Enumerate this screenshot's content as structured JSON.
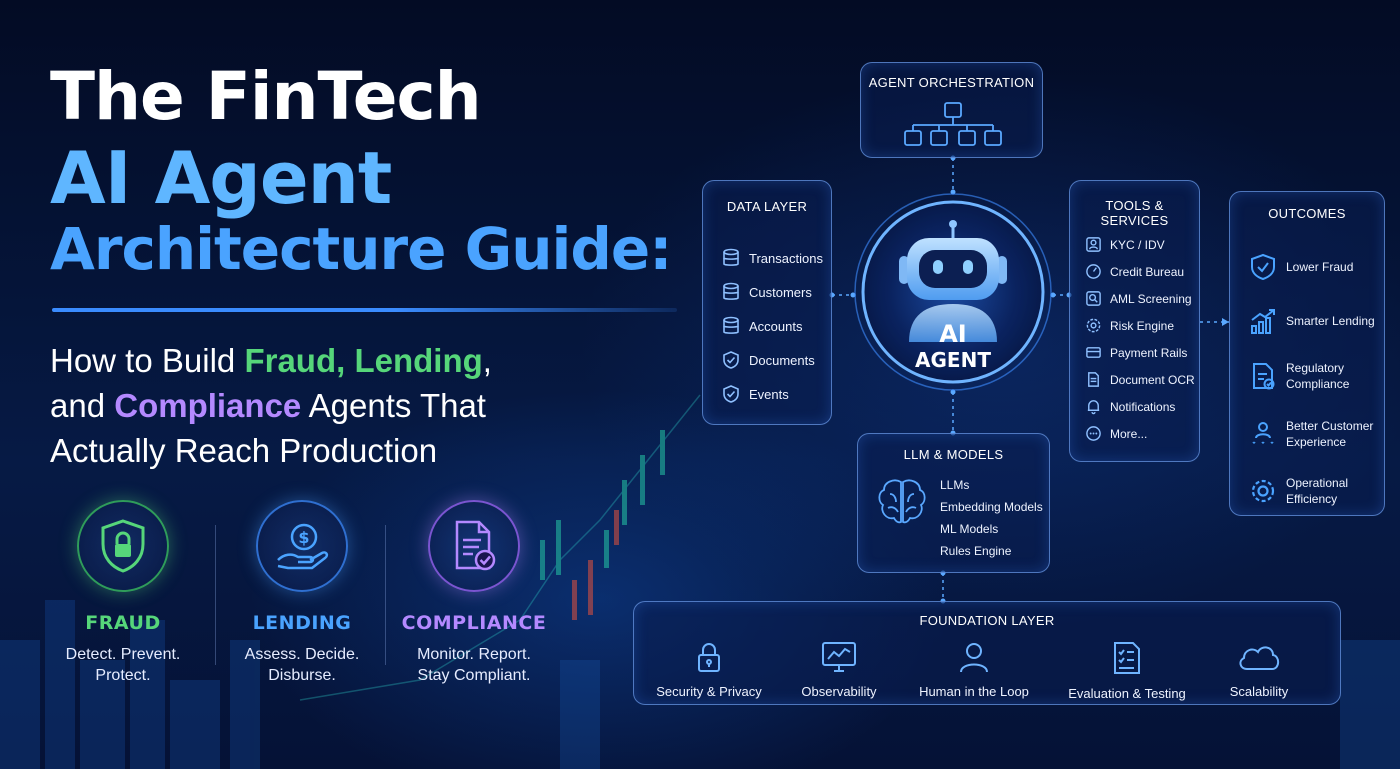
{
  "headline": {
    "line1": "The FinTech",
    "line2": "AI Agent",
    "line3": "Architecture Guide:"
  },
  "subtitle": {
    "part1": "How to Build ",
    "fraud": "Fraud,",
    "space1": " ",
    "lending": "Lending",
    "part2": ",",
    "part3": "and ",
    "compliance": "Compliance",
    "part4": " Agents That",
    "part5": "Actually Reach Production"
  },
  "pillars": [
    {
      "title": "FRAUD",
      "desc": "Detect. Prevent.\nProtect.",
      "color": "#56d67a",
      "icon": "shield-lock-icon"
    },
    {
      "title": "LENDING",
      "desc": "Assess. Decide.\nDisburse.",
      "color": "#4aa3ff",
      "icon": "hand-coin-icon"
    },
    {
      "title": "COMPLIANCE",
      "desc": "Monitor. Report.\nStay Compliant.",
      "color": "#b489ff",
      "icon": "document-check-icon"
    }
  ],
  "orchestration": {
    "title": "AGENT ORCHESTRATION",
    "icon": "hierarchy-icon"
  },
  "data_layer": {
    "title": "DATA LAYER",
    "items": [
      {
        "label": "Transactions",
        "icon": "database-icon"
      },
      {
        "label": "Customers",
        "icon": "database-icon"
      },
      {
        "label": "Accounts",
        "icon": "database-icon"
      },
      {
        "label": "Documents",
        "icon": "check-shield-icon"
      },
      {
        "label": "Events",
        "icon": "check-shield-icon"
      }
    ]
  },
  "agent": {
    "line1": "AI",
    "line2": "AGENT",
    "icon": "robot-icon"
  },
  "tools": {
    "title": "TOOLS & SERVICES",
    "items": [
      {
        "label": "KYC / IDV",
        "icon": "id-card-icon"
      },
      {
        "label": "Credit Bureau",
        "icon": "gauge-icon"
      },
      {
        "label": "AML Screening",
        "icon": "search-icon"
      },
      {
        "label": "Risk Engine",
        "icon": "gear-icon"
      },
      {
        "label": "Payment Rails",
        "icon": "card-icon"
      },
      {
        "label": "Document OCR",
        "icon": "doc-icon"
      },
      {
        "label": "Notifications",
        "icon": "bell-icon"
      },
      {
        "label": "More...",
        "icon": "dots-icon"
      }
    ]
  },
  "outcomes": {
    "title": "OUTCOMES",
    "items": [
      {
        "label": "Lower Fraud",
        "icon": "shield-check-icon"
      },
      {
        "label": "Smarter Lending",
        "icon": "growth-chart-icon"
      },
      {
        "label": "Regulatory\nCompliance",
        "icon": "doc-check-icon"
      },
      {
        "label": "Better Customer\nExperience",
        "icon": "customer-stars-icon"
      },
      {
        "label": "Operational\nEfficiency",
        "icon": "gear-icon"
      }
    ]
  },
  "llm": {
    "title": "LLM & MODELS",
    "items": [
      "LLMs",
      "Embedding Models",
      "ML Models",
      "Rules Engine"
    ],
    "icon": "brain-icon"
  },
  "foundation": {
    "title": "FOUNDATION LAYER",
    "items": [
      {
        "label": "Security & Privacy",
        "icon": "lock-icon"
      },
      {
        "label": "Observability",
        "icon": "monitor-chart-icon"
      },
      {
        "label": "Human in the Loop",
        "icon": "person-icon"
      },
      {
        "label": "Evaluation & Testing",
        "icon": "checklist-icon"
      },
      {
        "label": "Scalability",
        "icon": "cloud-icon"
      }
    ]
  },
  "colors": {
    "accent": "#4aa3ff",
    "green": "#56d67a",
    "purple": "#b489ff",
    "panel_border": "#6ea0f0"
  }
}
